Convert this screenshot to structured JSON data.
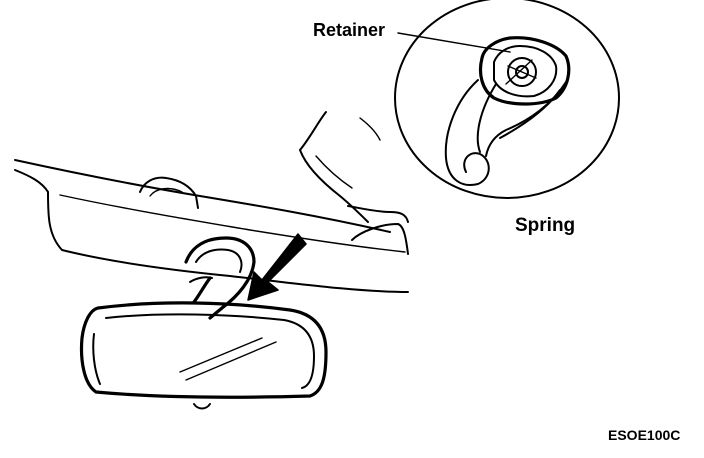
{
  "labels": {
    "retainer": "Retainer",
    "spring": "Spring",
    "figure_code": "ESOE100C"
  }
}
